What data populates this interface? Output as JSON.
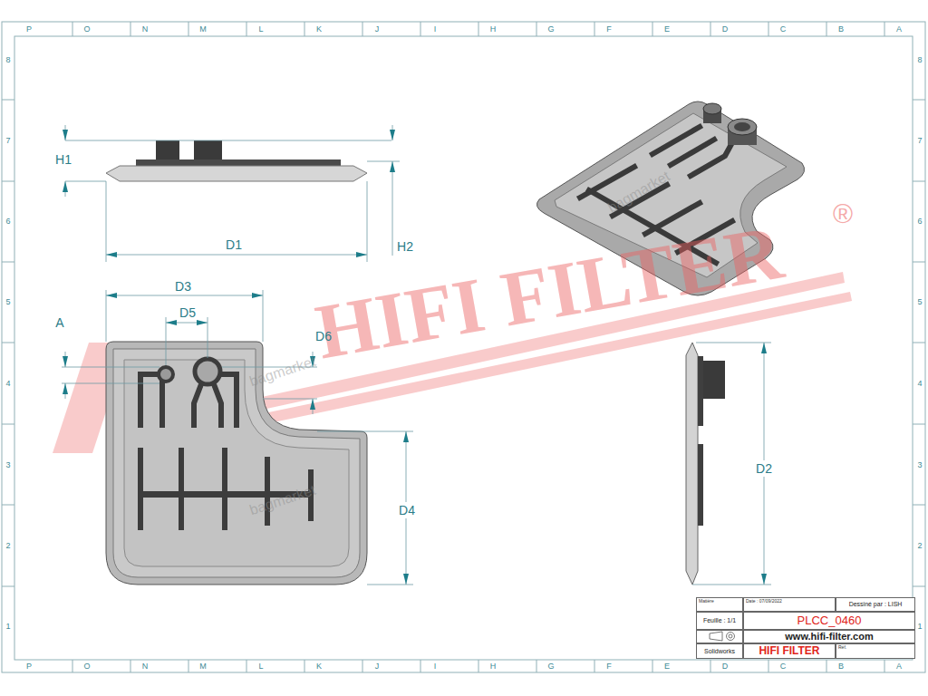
{
  "diagram": {
    "nodes": [
      {
        "text": [
          "Matière"
        ]
      },
      {
        "text": [
          "Date : 07/09/2022"
        ]
      },
      {
        "text": [
          "Dessiné par : LISH"
        ]
      },
      {
        "text": [
          "Feuille : 1/1"
        ]
      },
      {
        "text": [
          "PLCC_0460"
        ]
      },
      {
        "text": [
          "www.hifi-filter.com"
        ]
      },
      {
        "text": [
          "Solidworks"
        ]
      },
      {
        "text": [
          "HIFI FILTER"
        ]
      },
      {
        "text": [
          "Réf."
        ]
      }
    ],
    "labels": [
      "HIFI FILTER",
      "®",
      "bagmarket",
      "bagmarket",
      "bagmarket",
      "P",
      "O",
      "N",
      "M",
      "L",
      "K",
      "J",
      "I",
      "H",
      "G",
      "F",
      "E",
      "D",
      "C",
      "B",
      "A",
      "P",
      "O",
      "N",
      "M",
      "L",
      "K",
      "J",
      "I",
      "H",
      "G",
      "F",
      "E",
      "D",
      "C",
      "B",
      "A",
      "8",
      "7",
      "6",
      "5",
      "4",
      "3",
      "2",
      "1",
      "8",
      "7",
      "6",
      "5",
      "4",
      "3",
      "2",
      "1",
      "H1",
      "D1",
      "H2",
      "D3",
      "D5",
      "A",
      "D6",
      "D4",
      "D2"
    ]
  }
}
